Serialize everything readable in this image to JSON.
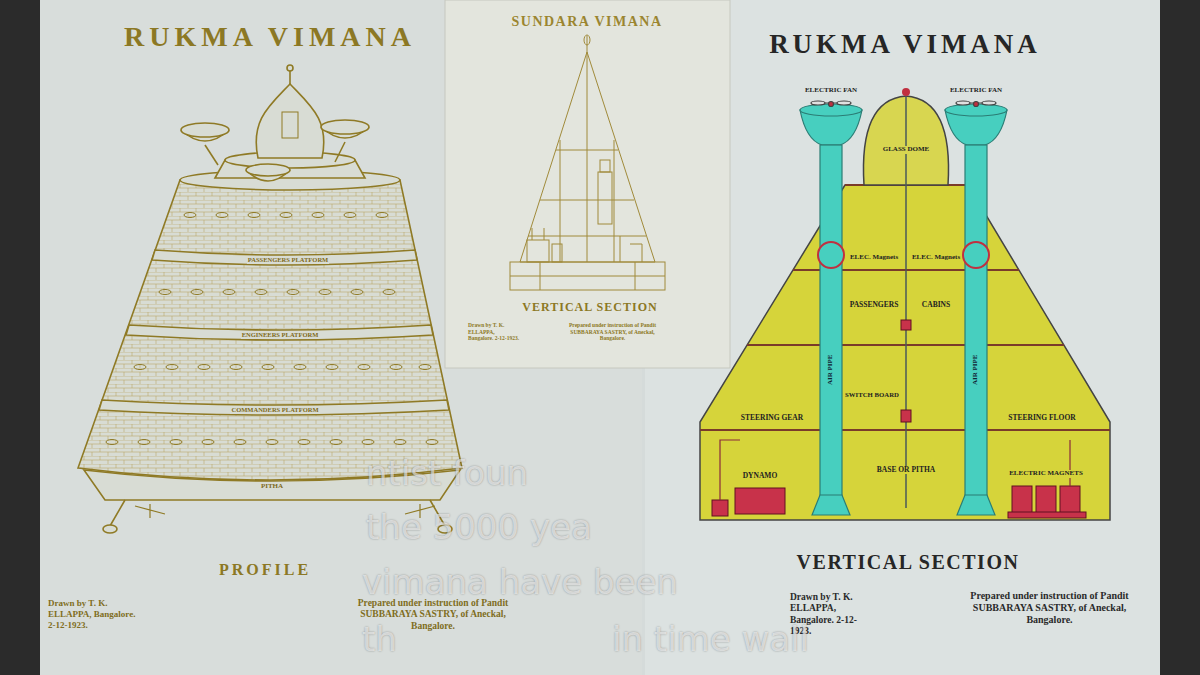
{
  "diagram": {
    "nodes": [
      {
        "text": [
          "RUKMA VIMANA",
          "PROFILE",
          "Drawn by T. K. ELLAPPA, Bangalore. 2-12-1923.",
          "Prepared under instruction of Pandit SUBBARAYA SASTRY, of Aneckal, Bangalore."
        ]
      },
      {
        "text": [
          "SUNDARA VIMANA",
          "VERTICAL SECTION",
          "Drawn by T. K. ELLAPPA, Bangalore. 2-12-1923.",
          "Prepared under instruction of Pandit SUBBARAYA SASTRY, of Aneckal, Bangalore."
        ]
      },
      {
        "text": [
          "RUKMA VIMANA",
          "VERTICAL SECTION",
          "Drawn by T. K. ELLAPPA, Bangalore. 2-12-1923.",
          "Prepared under instruction of Pandit SUBBARAYA SASTRY, of Aneckal, Bangalore."
        ]
      }
    ],
    "labels": [
      "PASSENGERS PLATFORM",
      "ENGINEERS PLATFORM",
      "COMMANDERS PLATFORM",
      "PITHA",
      "ELECTRIC FAN",
      "ELECTRIC FAN",
      "GLASS DOME",
      "ELEC. Magnets",
      "ELEC. Magnets",
      "PASSENGERS",
      "CABINS",
      "AIR PIPE",
      "AIR PIPE",
      "SWITCH BOARD",
      "STEERING GEAR",
      "STEERING FLOOR",
      "DYNAMO",
      "BASE OR PITHA",
      "ELECTRIC MAGNETS",
      "ntist foun",
      "the 5000 yea",
      "vimana have been",
      "th",
      "in time wall"
    ]
  }
}
